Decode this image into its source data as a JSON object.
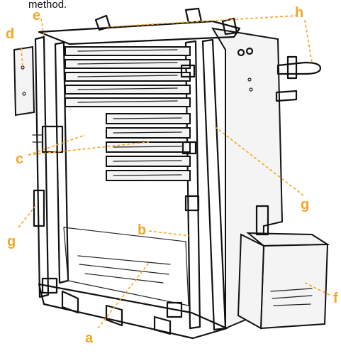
{
  "caption_fragment": "method.",
  "labels": {
    "a": "a",
    "b": "b",
    "c": "c",
    "d": "d",
    "e": "e",
    "f": "f",
    "g_left": "g",
    "g_right": "g",
    "h": "h"
  },
  "colors": {
    "callout": "#f5a623",
    "ink": "#111111",
    "background": "#ffffff"
  }
}
